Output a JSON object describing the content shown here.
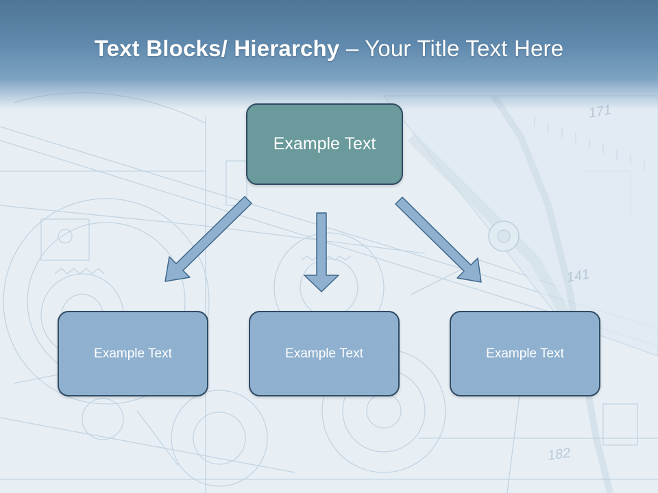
{
  "slide": {
    "title_bold": "Text Blocks/ Hierarchy",
    "title_regular": " – Your Title Text Here"
  },
  "hierarchy": {
    "top": {
      "label": "Example Text"
    },
    "children": [
      {
        "label": "Example Text"
      },
      {
        "label": "Example Text"
      },
      {
        "label": "Example Text"
      }
    ]
  },
  "colors": {
    "header": "#5f89ad",
    "top_box_fill": "#6a9a9b",
    "child_box_fill": "#8fb1cf",
    "box_border": "#2f4a63",
    "arrow_fill": "#8fb1cf",
    "arrow_stroke": "#3f6688"
  },
  "background": {
    "description_icon": "technical-drawing-blueprint",
    "visible_numbers": [
      "171",
      "141",
      "182"
    ]
  }
}
